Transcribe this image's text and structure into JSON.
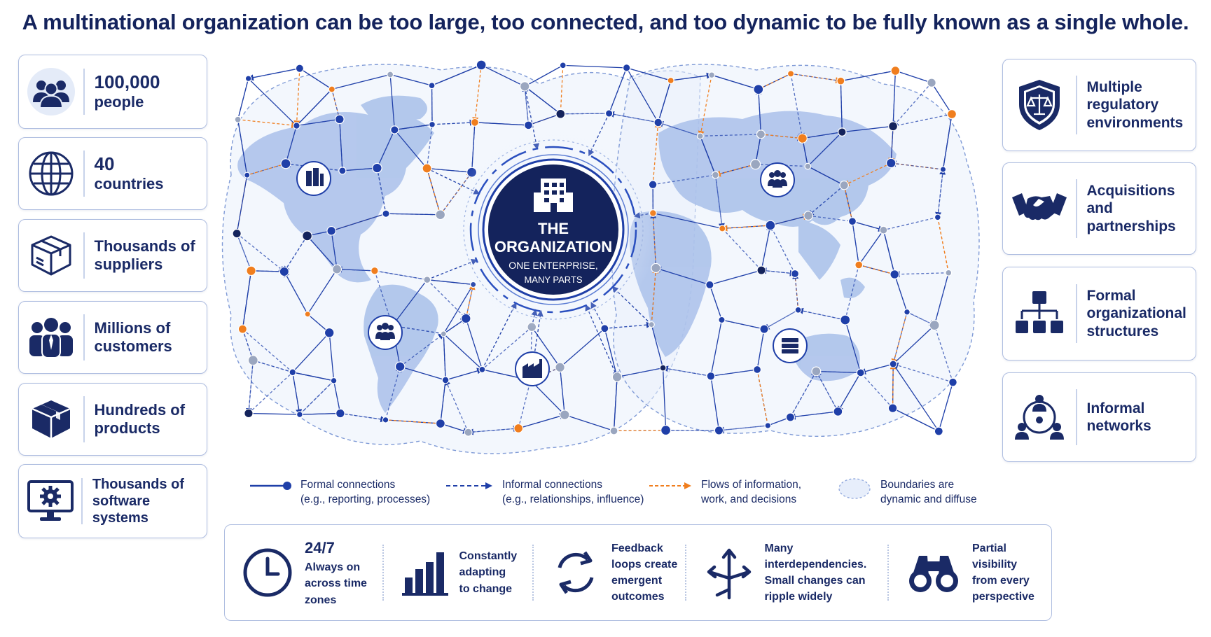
{
  "title": "A multinational organization can be too large, too connected, and too dynamic to be fully known as a single whole.",
  "left_cards": [
    {
      "icon": "people-group-icon",
      "line1": "100,000",
      "line2": "people"
    },
    {
      "icon": "globe-icon",
      "line1": "40",
      "line2": "countries"
    },
    {
      "icon": "package-box-icon",
      "line1": "Thousands of",
      "line2": "suppliers"
    },
    {
      "icon": "customers-icon",
      "line1": "Millions of",
      "line2": "customers"
    },
    {
      "icon": "products-box-icon",
      "line1": "Hundreds of",
      "line2": "products"
    },
    {
      "icon": "monitor-gear-icon",
      "line1": "Thousands of",
      "line2": "software systems"
    }
  ],
  "right_cards": [
    {
      "icon": "shield-scales-icon",
      "line1": "Multiple",
      "line2": "regulatory",
      "line3": "environments"
    },
    {
      "icon": "handshake-icon",
      "line1": "Acquisitions",
      "line2": "and",
      "line3": "partnerships"
    },
    {
      "icon": "org-chart-icon",
      "line1": "Formal",
      "line2": "organizational",
      "line3": "structures"
    },
    {
      "icon": "network-people-icon",
      "line1": "Informal",
      "line2": "networks"
    }
  ],
  "center": {
    "line1": "THE",
    "line2": "ORGANIZATION",
    "line3": "ONE ENTERPRISE,",
    "line4": "MANY PARTS"
  },
  "legend": [
    {
      "line1": "Formal connections",
      "line2": "(e.g., reporting, processes)"
    },
    {
      "line1": "Informal connections",
      "line2": "(e.g., relationships, influence)"
    },
    {
      "line1": "Flows of information,",
      "line2": "work, and decisions"
    },
    {
      "line1": "Boundaries are",
      "line2": "dynamic and diffuse"
    }
  ],
  "bottom": [
    {
      "icon": "clock-icon",
      "line1": "24/7",
      "line2": "Always on",
      "line3": "across time",
      "line4": "zones"
    },
    {
      "icon": "bar-chart-icon",
      "line1": "Constantly",
      "line2": "adapting",
      "line3": "to change"
    },
    {
      "icon": "cycle-arrows-icon",
      "line1": "Feedback",
      "line2": "loops create",
      "line3": "emergent",
      "line4": "outcomes"
    },
    {
      "icon": "branching-arrows-icon",
      "line1": "Many interdependencies.",
      "line2": "Small changes can",
      "line3": "ripple widely"
    },
    {
      "icon": "binoculars-icon",
      "line1": "Partial visibility",
      "line2": "from every",
      "line3": "perspective"
    }
  ],
  "colors": {
    "navy": "#14235c",
    "blue": "#1f3fa8",
    "orange": "#f07e1e",
    "map": "#a9c0ea"
  }
}
